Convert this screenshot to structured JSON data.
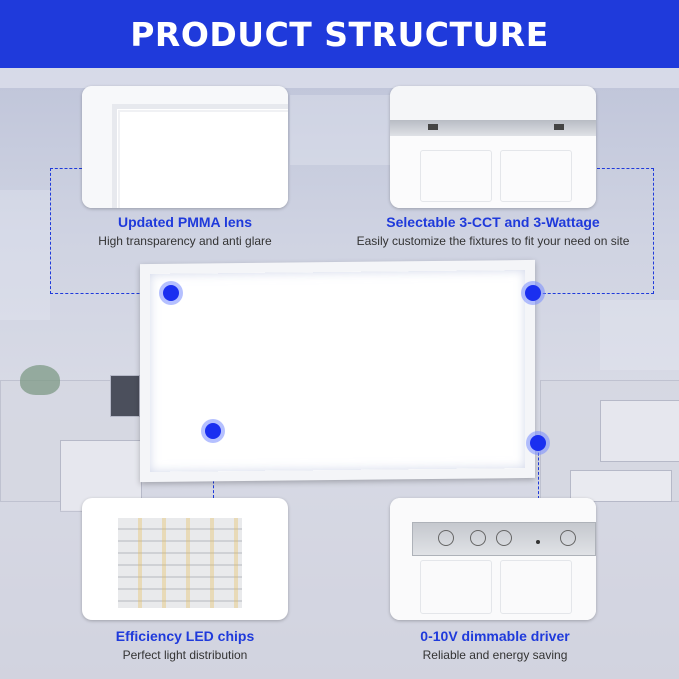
{
  "banner": {
    "title": "PRODUCT STRUCTURE"
  },
  "features": [
    {
      "title": "Updated PMMA lens",
      "subtitle": "High transparency and anti glare",
      "icon": "pmma-lens-photo"
    },
    {
      "title": "Selectable 3-CCT and 3-Wattage",
      "subtitle": "Easily customize the fixtures to fit your need on site",
      "icon": "cct-switch-photo"
    },
    {
      "title": "Efficiency LED chips",
      "subtitle": "Perfect light distribution",
      "icon": "led-chips-photo"
    },
    {
      "title": "0-10V dimmable driver",
      "subtitle": "Reliable and energy saving",
      "icon": "driver-photo"
    }
  ],
  "colors": {
    "accent": "#1f3adb",
    "dot": "#1a2ff0",
    "text": "#333333"
  }
}
